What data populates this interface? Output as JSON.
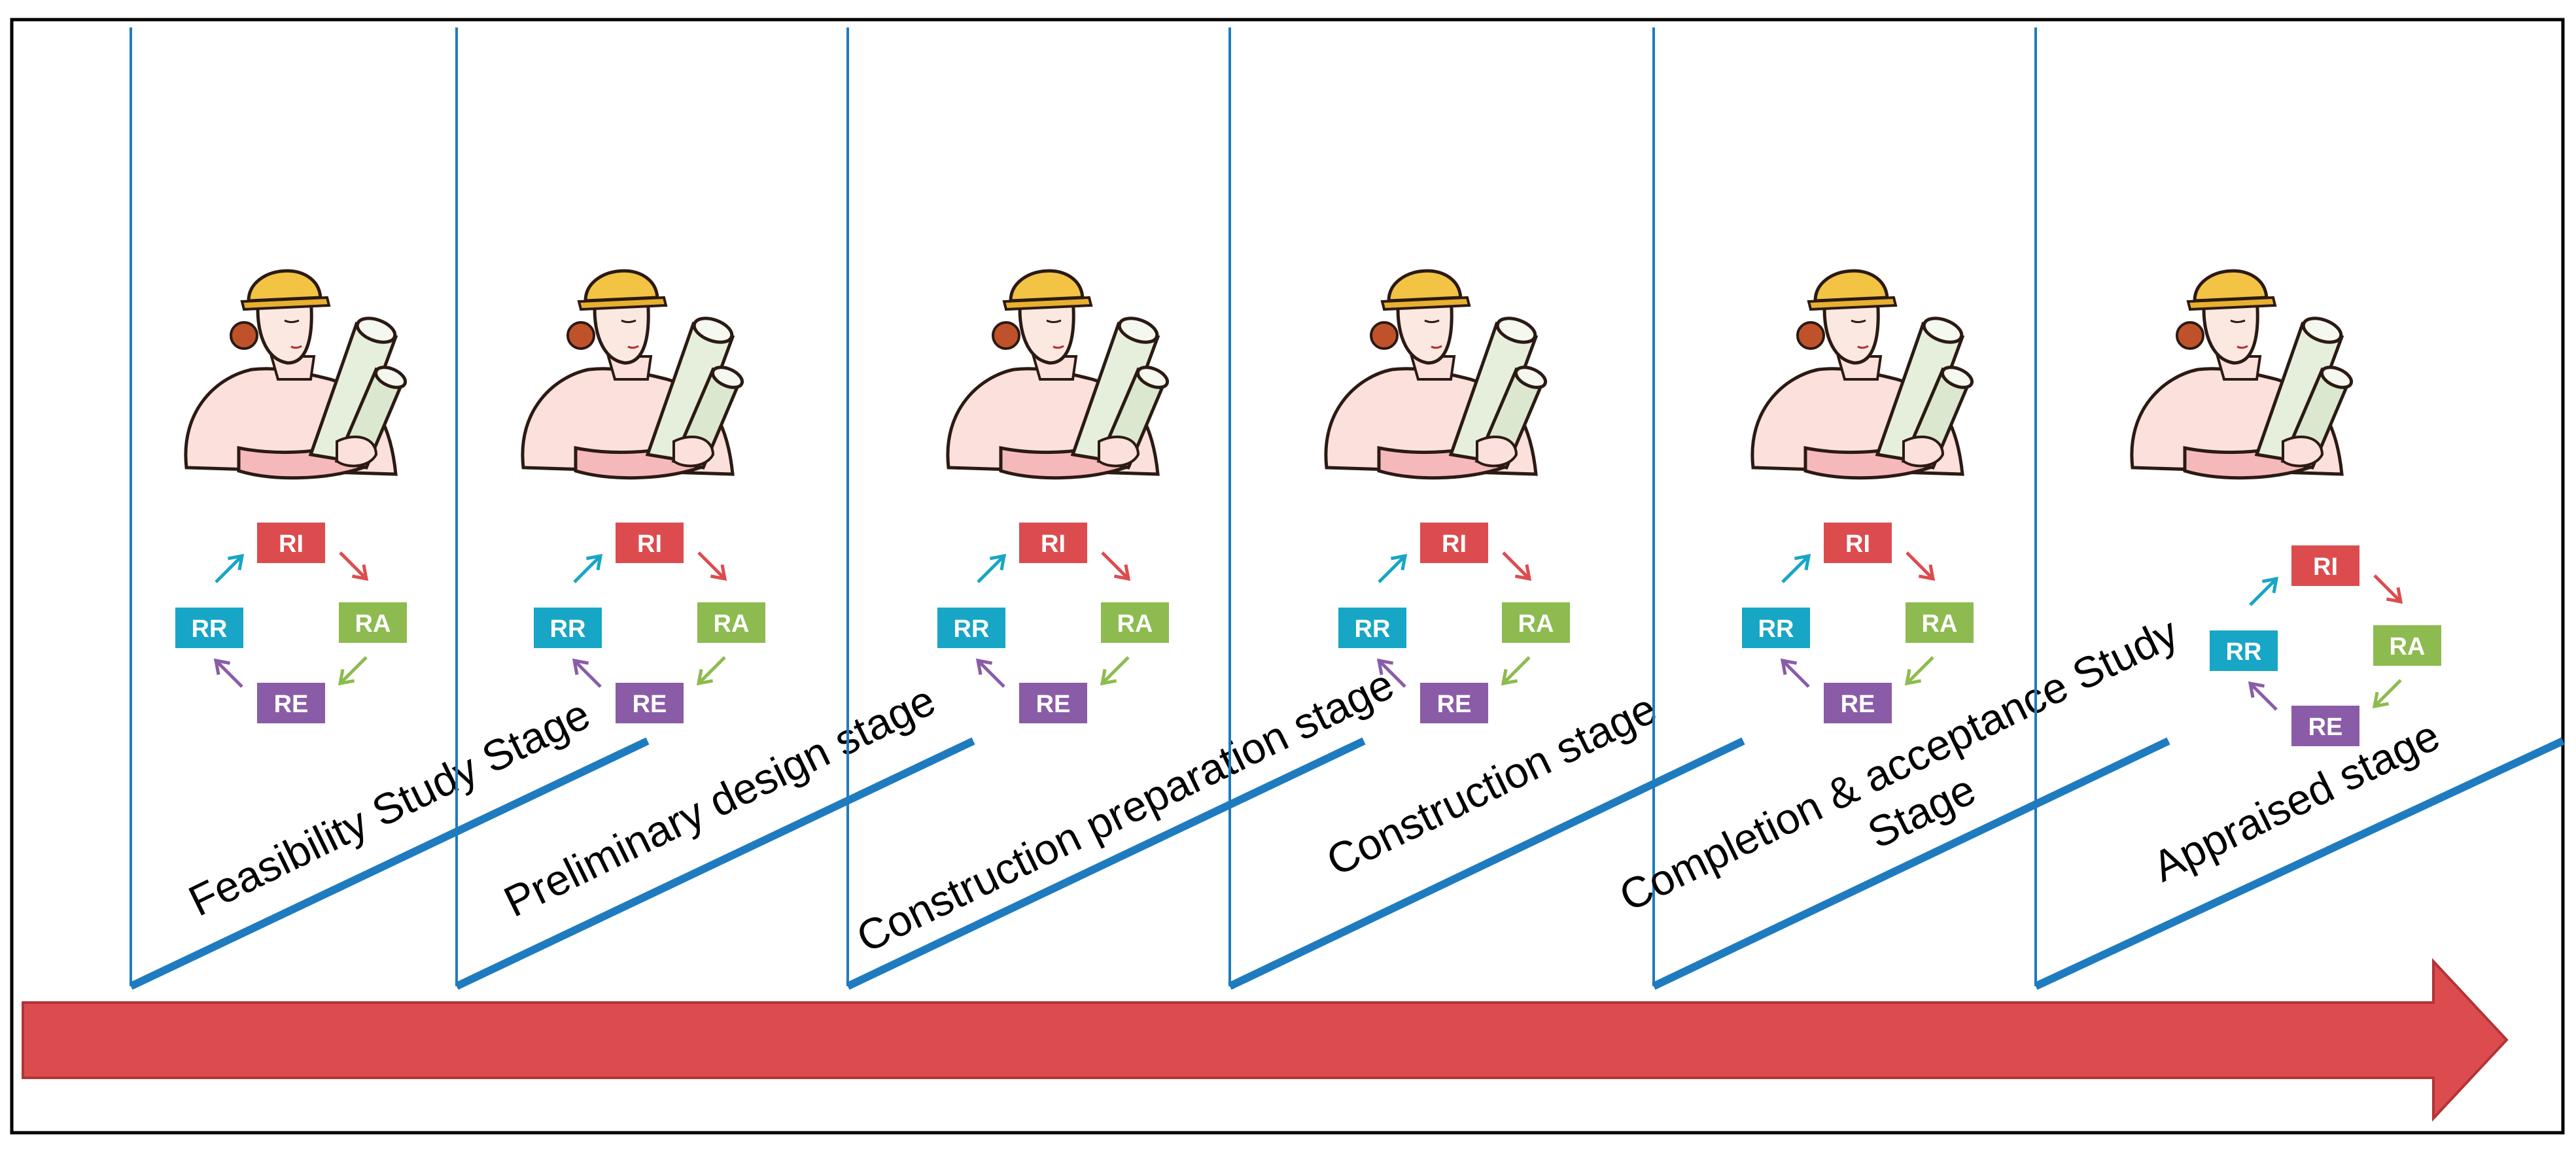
{
  "stages": [
    {
      "label_lines": [
        "Feasibility Study Stage"
      ]
    },
    {
      "label_lines": [
        "Preliminary design stage"
      ]
    },
    {
      "label_lines": [
        "Construction preparation stage"
      ]
    },
    {
      "label_lines": [
        "Construction stage"
      ]
    },
    {
      "label_lines": [
        "Completion & acceptance Study",
        "Stage"
      ]
    },
    {
      "label_lines": [
        "Appraised stage"
      ]
    }
  ],
  "cycle": {
    "top": "RI",
    "right": "RA",
    "bottom": "RE",
    "left": "RR"
  },
  "colors": {
    "RI": "#dc4c4f",
    "RA": "#8dbb4f",
    "RE": "#8a5ca8",
    "RR": "#17a6c5",
    "stage_line": "#1f7bbf",
    "arrow": "#dc4c4f",
    "frame": "#000000"
  },
  "icons": {
    "stage_figure": "engineer-with-blueprints-icon",
    "timeline": "timeline-arrow"
  }
}
